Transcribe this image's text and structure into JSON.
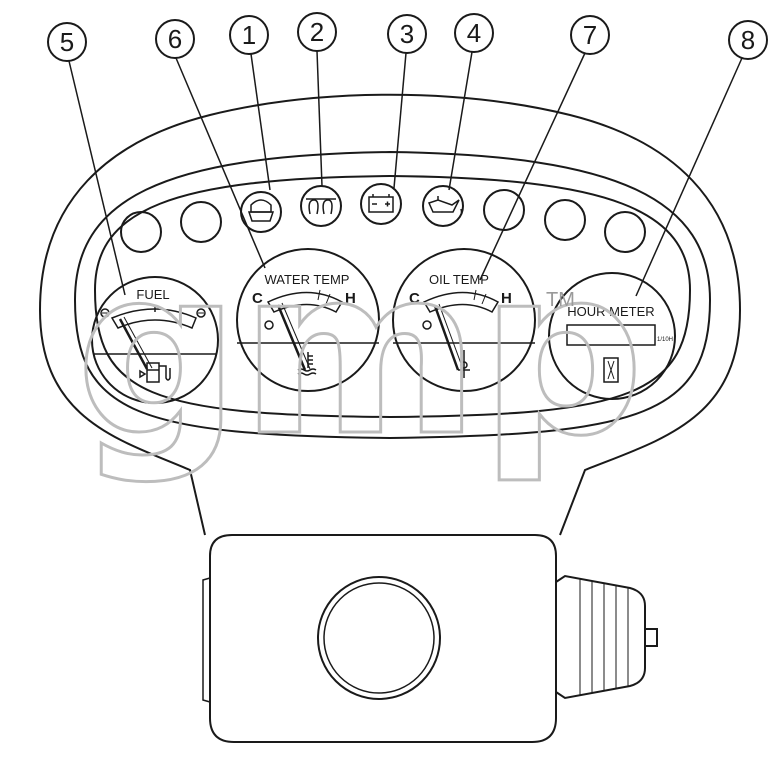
{
  "callouts": [
    "1",
    "2",
    "3",
    "4",
    "5",
    "6",
    "7",
    "8"
  ],
  "gauges": {
    "fuel": {
      "label": "FUEL"
    },
    "water_temp": {
      "label": "WATER TEMP",
      "cold": "C",
      "hot": "H"
    },
    "oil_temp": {
      "label": "OIL TEMP",
      "cold": "C",
      "hot": "H"
    },
    "hour_meter": {
      "label": "HOUR METER",
      "unit": "1/10H"
    }
  },
  "watermark": {
    "text": "gmp",
    "tm": "TM"
  },
  "colors": {
    "line": "#1a1a1a",
    "watermark": "#bdbdbd",
    "background": "#ffffff"
  }
}
